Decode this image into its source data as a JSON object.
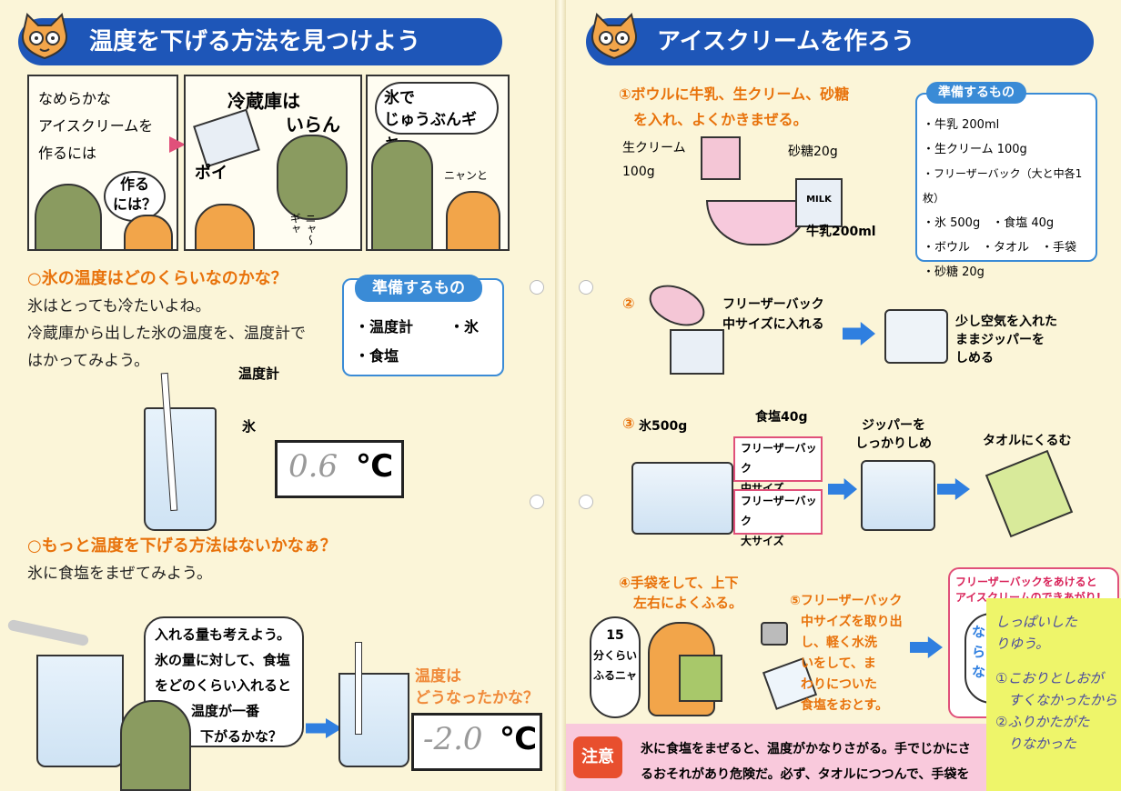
{
  "left": {
    "title": "温度を下げる方法を見つけよう",
    "comic": {
      "panel1": [
        "なめらかな",
        "アイスクリームを",
        "作るには"
      ],
      "panel1_bubble": [
        "作る",
        "には？"
      ],
      "panel2_title": [
        "冷蔵庫は",
        "いらん"
      ],
      "panel2_sfx": "ポイ",
      "panel2_sfx2": "ニャ〜ギャ",
      "panel3_title": [
        "氷で",
        "じゅうぶんギャ"
      ],
      "panel3_sfx": "ニャンと"
    },
    "q1": {
      "heading": "○氷の温度はどのくらいなのかな？",
      "lines": [
        "氷はとっても冷たいよね。",
        "冷蔵庫から出した氷の温度を、温度計で",
        "はかってみよう。"
      ],
      "label_thermo": "温度計",
      "label_ice": "氷",
      "reading": "0.6",
      "unit": "℃"
    },
    "prep": {
      "title": "準備するもの",
      "items": [
        "・温度計",
        "・氷",
        "・食塩"
      ]
    },
    "q2": {
      "heading": "○もっと温度を下げる方法はないかなぁ？",
      "line": "氷に食塩をまぜてみよう。",
      "bubble": [
        "入れる量も考えよう。",
        "氷の量に対して、食塩",
        "をどのくらい入れると",
        "温度が一番",
        "下がるかな？"
      ],
      "result_label": [
        "温度は",
        "どうなったかな？"
      ],
      "reading": "-2.0",
      "unit": "℃"
    }
  },
  "right": {
    "title": "アイスクリームを作ろう",
    "step1": [
      "①ボウルに牛乳、生クリーム、砂糖",
      "を入れ、よくかきまぜる。"
    ],
    "step1_labels": {
      "cream": "生クリーム",
      "cream_amt": "100g",
      "sugar": "砂糖20g",
      "milk": "牛乳200ml",
      "milk_pack": "MILK"
    },
    "prep": {
      "title": "準備するもの",
      "items": [
        "・牛乳 200ml",
        "・生クリーム 100g",
        "・フリーザーバック（大と中各1枚）",
        "・氷 500g　・食塩 40g",
        "・ボウル　・タオル　・手袋",
        "・砂糖 20g"
      ]
    },
    "step2": {
      "num": "②",
      "text": [
        "フリーザーバック",
        "中サイズに入れる"
      ],
      "after": [
        "少し空気を入れた",
        "ままジッパーを",
        "しめる"
      ]
    },
    "step3": {
      "num": "③",
      "ice": "氷500g",
      "salt": "食塩40g",
      "bag_mid": [
        "フリーザーバック",
        "中サイズ"
      ],
      "bag_large": [
        "フリーザーバック",
        "大サイズ"
      ],
      "zipper": [
        "ジッパーを",
        "しっかりしめ"
      ],
      "towel": "タオルにくるむ"
    },
    "step4": {
      "text": [
        "④手袋をして、上下",
        "左右によくふる。"
      ],
      "bubble": [
        "15",
        "分くらい",
        "ふるニャ"
      ]
    },
    "step5": {
      "text": [
        "⑤フリーザーバック",
        "中サイズを取り出",
        "し、軽く水洗",
        "いをして、ま",
        "わりについた",
        "食塩をおとす。"
      ]
    },
    "done": {
      "title": [
        "フリーザーバックをあけると",
        "アイスクリームのできあがり!"
      ],
      "partial": [
        "なめ",
        "らか",
        "な"
      ]
    },
    "caution": {
      "badge": "注意",
      "lines": [
        "氷に食塩をまぜると、温度がかなりさがる。手でじかにさ",
        "るおそれがあり危険だ。必ず、タオルにつつんで、手袋を"
      ]
    },
    "sticky": [
      "しっぱいした",
      "りゆう。",
      "①こおりとしおが",
      "すくなかったから",
      "②ふりかたがた",
      "りなかった"
    ]
  },
  "colors": {
    "banner": "#1e56b8",
    "orange": "#e8720b",
    "blue_frame": "#3a8bd6",
    "pink": "#e0507a",
    "arrow": "#2f7fe0",
    "sticky": "#eef56a"
  }
}
